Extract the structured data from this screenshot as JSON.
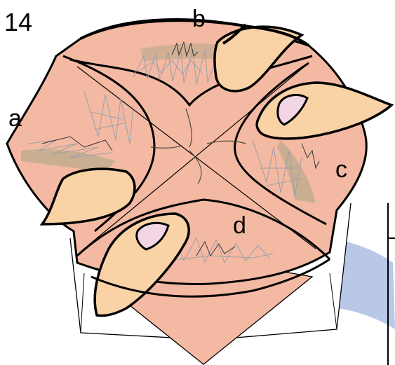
{
  "step_number": "14",
  "labels": {
    "a": "a",
    "b": "b",
    "c": "c",
    "d": "d"
  },
  "colors": {
    "paper_pink": "#f4b9a3",
    "finger_skin": "#f9d2a6",
    "nail": "#f2d6e6",
    "scribble": "#9aa0a8",
    "outline": "#000000",
    "blue_swoosh": "#b9c8e6",
    "olive_fill": "#b8a98a"
  },
  "icons": [
    "finger-icon",
    "finger-icon",
    "finger-icon",
    "finger-icon"
  ]
}
